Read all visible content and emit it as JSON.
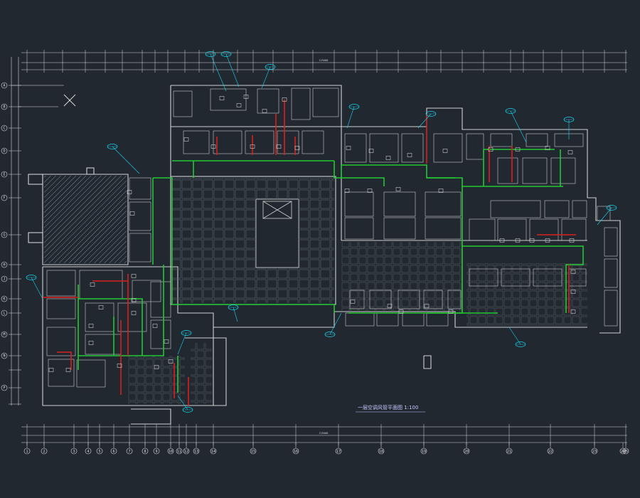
{
  "drawing": {
    "title": "一层空调风管平面图 1:100",
    "colors": {
      "background": "#212830",
      "walls": "#d0d0d0",
      "grid": "#6a7078",
      "supply_duct": "#22c833",
      "return_duct": "#d82020",
      "tags": "#19d6f0",
      "dimension": "#d8d8d8",
      "hatch": "#9aa0a8"
    },
    "icons": [
      "north-cross-icon",
      "axis-bubble-icon",
      "equipment-tag-icon"
    ]
  },
  "dims_top": {
    "total": "119400"
  },
  "dims_bottom": {
    "total": "119400"
  },
  "axes_bottom": [
    "1",
    "2",
    "3",
    "4",
    "5",
    "6",
    "7",
    "8",
    "9",
    "10",
    "11",
    "12",
    "13",
    "14",
    "15",
    "16",
    "17",
    "18",
    "19",
    "20",
    "21",
    "22",
    "23",
    "24",
    "25"
  ],
  "axes_left": [
    "A",
    "B",
    "C",
    "D",
    "E",
    "F",
    "G",
    "H",
    "J",
    "K",
    "L",
    "M",
    "N",
    "P"
  ]
}
